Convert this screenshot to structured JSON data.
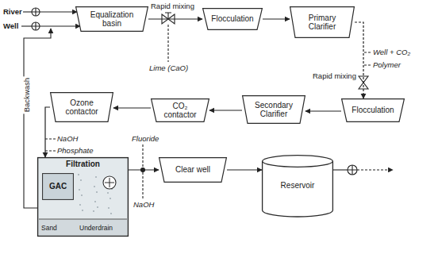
{
  "diagram": {
    "nodes": [
      {
        "text": [
          "Equalization basin"
        ]
      },
      {
        "text": [
          "Flocculation"
        ]
      },
      {
        "text": [
          "Primary Clarifier"
        ]
      },
      {
        "text": [
          "Flocculation"
        ]
      },
      {
        "text": [
          "Secondary Clarifier"
        ]
      },
      {
        "text": [
          "CO₂ contactor"
        ]
      },
      {
        "text": [
          "Ozone contactor"
        ]
      },
      {
        "text": [
          "Filtration"
        ]
      },
      {
        "text": [
          "GAC"
        ],
        "in": 7
      },
      {
        "text": [
          "Clear well"
        ]
      },
      {
        "text": [
          "Reservoir"
        ]
      }
    ],
    "edges": [
      {
        "from": 0,
        "to": 1,
        "arrow": "to"
      },
      {
        "from": 1,
        "to": 2,
        "arrow": "to"
      },
      {
        "from": 2,
        "to": 3,
        "arrow": "to"
      },
      {
        "from": 3,
        "to": 4,
        "arrow": "to"
      },
      {
        "from": 4,
        "to": 5,
        "arrow": "to"
      },
      {
        "from": 5,
        "to": 6,
        "arrow": "to"
      },
      {
        "from": 6,
        "to": 7,
        "arrow": "to"
      },
      {
        "from": 7,
        "to": 9,
        "arrow": "to"
      },
      {
        "from": 9,
        "to": 10,
        "arrow": "to"
      }
    ],
    "labels": [
      "River",
      "Well",
      "Rapid mixing",
      "Lime (CaO)",
      "Well + CO₂",
      "Polymer",
      "Rapid mixing",
      "Backwash",
      "NaOH",
      "Phosphate",
      "Fluoride",
      "NaOH",
      "Sand",
      "Underdrain"
    ]
  }
}
